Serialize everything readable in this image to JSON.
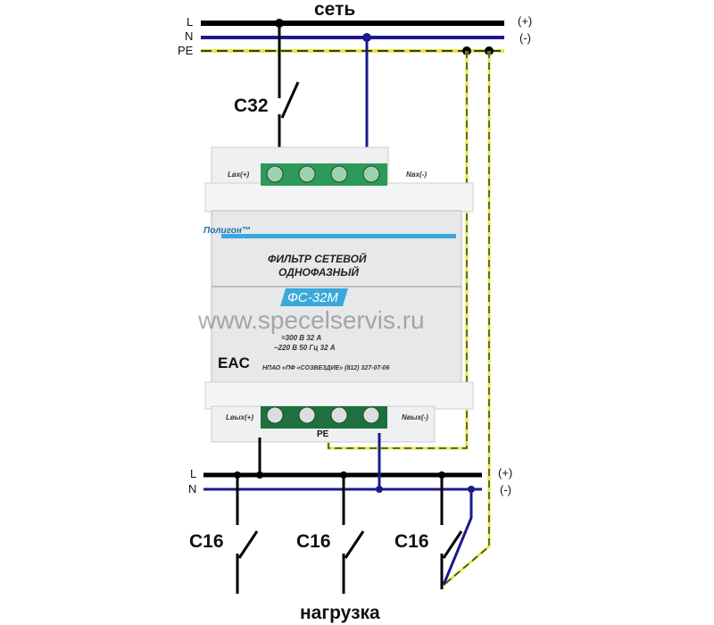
{
  "title_top": "сеть",
  "title_bottom": "нагрузка",
  "bus_top": {
    "l": "L",
    "n": "N",
    "pe": "PE",
    "plus": "(+)",
    "minus": "(-)"
  },
  "bus_bottom": {
    "l": "L",
    "n": "N",
    "plus": "(+)",
    "minus": "(-)"
  },
  "breakers": {
    "main": "C32",
    "load1": "C16",
    "load2": "C16",
    "load3": "C16"
  },
  "device": {
    "brand": "Полигон™",
    "name_line1": "ФИЛЬТР СЕТЕВОЙ",
    "name_line2": "ОДНОФАЗНЫЙ",
    "model": "ФС-32М",
    "rating_dc": "=300 В   32 А",
    "rating_ac": "~220 В   50 Гц   32 А",
    "cert_mark": "EAC",
    "maker": "НПАО «ПФ «СОЗВЕЗДИЕ» (812) 327-07-06",
    "term_in_l": "Lвх(+)",
    "term_in_n": "Nвх(-)",
    "term_out_l": "Lвых(+)",
    "term_out_n": "Nвых(-)",
    "term_pe": "PE"
  },
  "watermark": "www.specelservis.ru",
  "colors": {
    "phase": "#000000",
    "neutral": "#1a1a8c",
    "pe_yellow": "#f0e040",
    "pe_green": "#1d4d1d",
    "accent": "#3aa8dc",
    "terminal": "#2e9a5a"
  }
}
